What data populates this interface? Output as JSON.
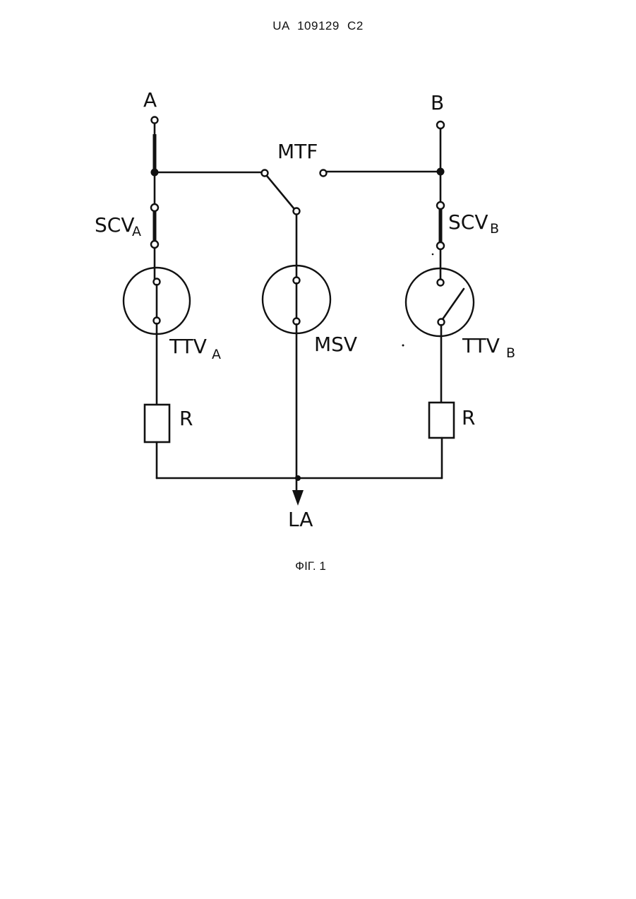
{
  "header": {
    "doc_number": "UA   109129   C2"
  },
  "caption": {
    "figure_label": "ФІГ. 1"
  },
  "diagram": {
    "labels": {
      "terminal_a": "A",
      "terminal_b": "B",
      "transfer_switch": "MTF",
      "scv_a_main": "SCV",
      "scv_a_sub": "A",
      "scv_b_main": "SCV",
      "scv_b_sub": "B",
      "ttv_a_main": "TTV",
      "ttv_a_sub": "A",
      "msv": "MSV",
      "ttv_b_main": "TTV",
      "ttv_b_sub": "B",
      "resistor_a": "R",
      "resistor_b": "R",
      "load": "LA"
    }
  }
}
